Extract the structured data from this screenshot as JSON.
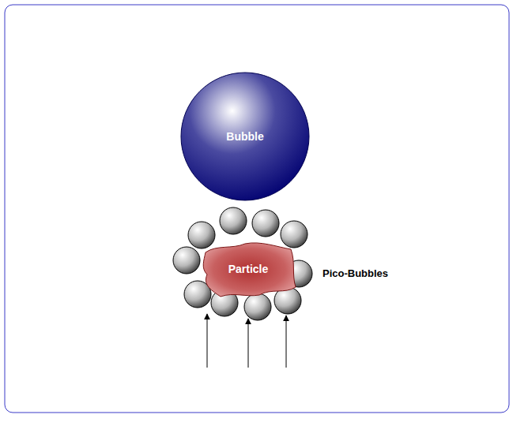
{
  "diagram": {
    "nodes": [
      {
        "text": [
          "Bubble"
        ]
      },
      {
        "text": [
          "Particle"
        ]
      }
    ],
    "labels": [
      "Pico-Bubbles"
    ]
  }
}
